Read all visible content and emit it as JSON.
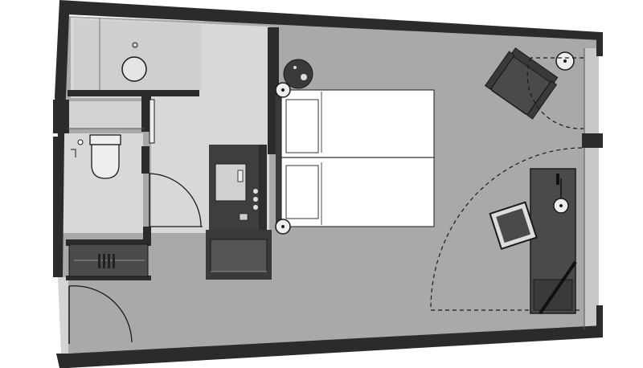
{
  "floor_plan": {
    "title": "",
    "colors": {
      "wall": "#2b2b2b",
      "floor": "#a9a9a9",
      "bath_floor": "#d6d6d6",
      "furniture_dark": "#4a4a4a",
      "bed_linen": "#ffffff",
      "line": "#1a1a1a"
    },
    "rooms": [
      "bedroom",
      "bathroom",
      "shower",
      "wc",
      "entry"
    ],
    "furniture": [
      "double-bed",
      "armchair",
      "desk",
      "desk-chair",
      "vanity",
      "luggage-bench",
      "wardrobe",
      "toilet",
      "round-side-table"
    ],
    "doors": [
      "entry-door",
      "bathroom-door",
      "window-door"
    ]
  }
}
